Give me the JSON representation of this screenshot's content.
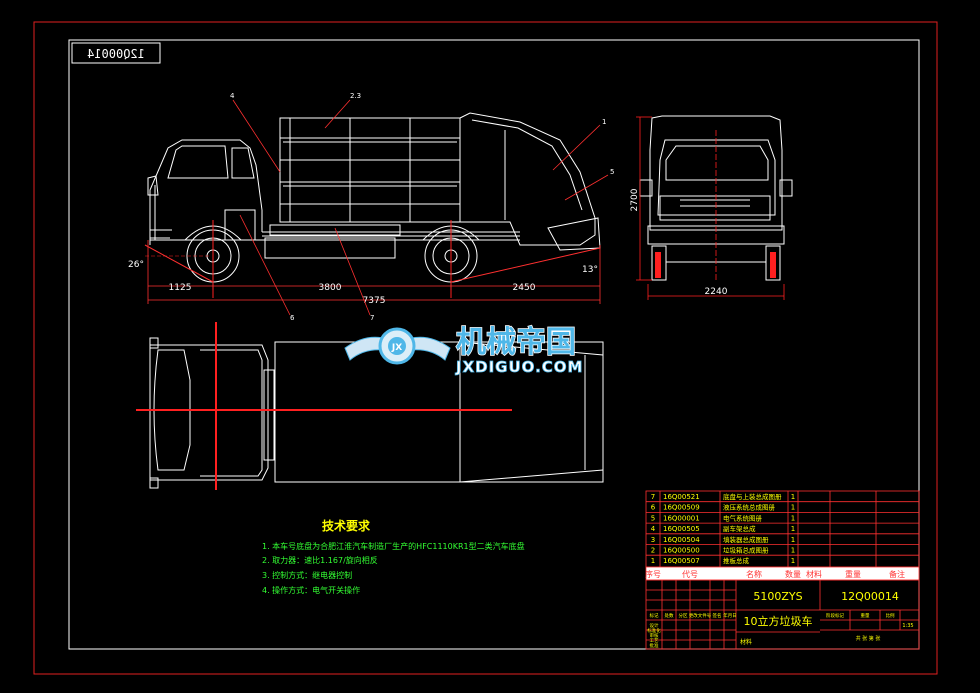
{
  "drawing": {
    "mirrored_code": "12Q00014",
    "colors": {
      "background": "#000000",
      "outer_frame": "#e02020",
      "inner_frame": "#ffffff",
      "linework": "#ffffff",
      "centerline": "#ff2020",
      "dimension": "#ff3030",
      "dimension_text": "#ffffff",
      "leader": "#ff3030",
      "note_title": "#ffff00",
      "note_text": "#33ff33",
      "table_line": "#ff3030",
      "table_text": "#ffff00",
      "logo_blue": "#4fb7e8"
    }
  },
  "side_view": {
    "dimensions": {
      "front_overhang": "1125",
      "wheelbase": "3800",
      "rear_overhang": "2450",
      "overall_length": "7375",
      "approach_angle": "26°",
      "departure_angle": "13°"
    },
    "balloons": [
      "4",
      "2.3",
      "1",
      "5",
      "6",
      "7"
    ]
  },
  "front_view": {
    "height": "2700",
    "width": "2240"
  },
  "watermark": {
    "title": "机械帝国",
    "subtitle": "JXDIGUO.COM",
    "emblem_text": "JX"
  },
  "notes": {
    "title": "技术要求",
    "items": [
      "1.  本车号底盘为合肥江淮汽车制造厂生产的HFC1110KR1型二类汽车底盘",
      "2.  取力器：速比1.167/旋向相反",
      "3.  控制方式：继电器控制",
      "4.  操作方式：电气开关操作"
    ]
  },
  "parts_list": {
    "rows": [
      {
        "no": "7",
        "code": "16Q00521",
        "name": "底盘与上装总成图册",
        "qty": "1"
      },
      {
        "no": "6",
        "code": "16Q00509",
        "name": "液压系统总成图册",
        "qty": "1"
      },
      {
        "no": "5",
        "code": "16Q00001",
        "name": "电气系统图册",
        "qty": "1"
      },
      {
        "no": "4",
        "code": "16Q00505",
        "name": "副车架总成",
        "qty": "1"
      },
      {
        "no": "3",
        "code": "16Q00504",
        "name": "填装器总成图册",
        "qty": "1"
      },
      {
        "no": "2",
        "code": "16Q00500",
        "name": "垃圾箱总成图册",
        "qty": "1"
      },
      {
        "no": "1",
        "code": "16Q00507",
        "name": "推板总成",
        "qty": "1"
      }
    ],
    "headers": [
      "序号",
      "代号",
      "名称",
      "数量",
      "材料",
      "重量",
      "备注"
    ]
  },
  "title_block": {
    "model": "5100ZYS",
    "drawing_no": "12Q00014",
    "product_name": "10立方垃圾车",
    "row_labels": [
      "标记",
      "处数",
      "分区",
      "更改文件号",
      "签名",
      "年月日"
    ],
    "role_labels": [
      "设计",
      "标准化",
      "审核",
      "工艺",
      "批准"
    ],
    "stage_labels": [
      "阶段标记",
      "重量",
      "比例"
    ],
    "scale": "1:35",
    "sheet": "共 张 第 张",
    "material": "材料"
  }
}
